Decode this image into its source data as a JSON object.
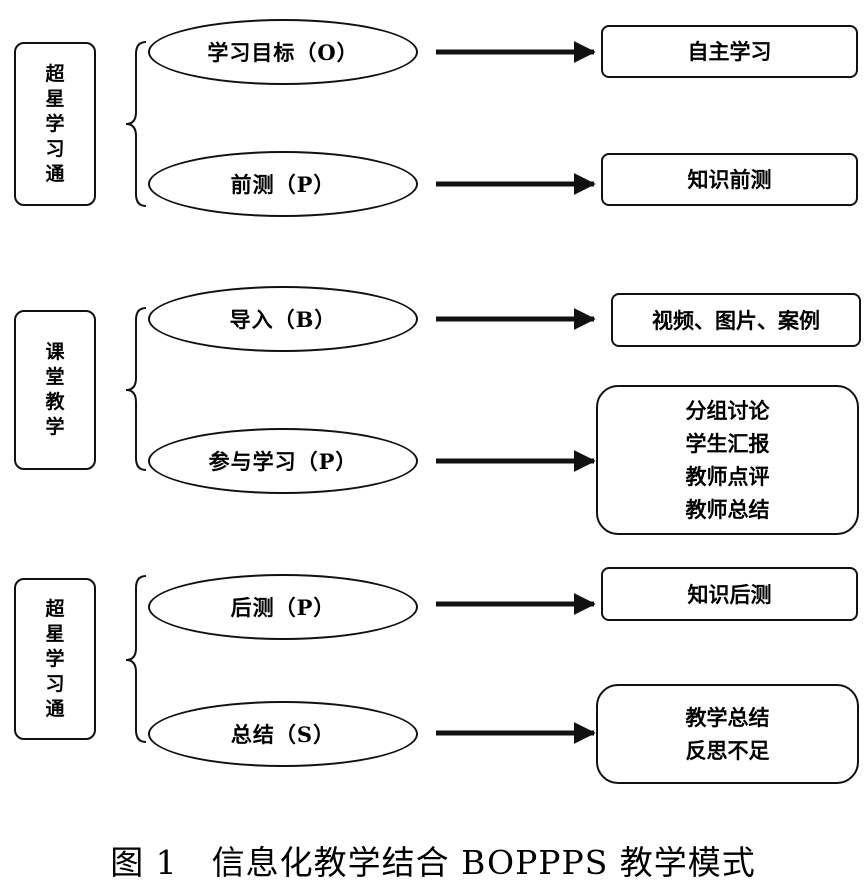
{
  "groups": [
    {
      "label": "超星学习通",
      "stages": [
        {
          "ellipse": "学习目标（O）",
          "outcome": [
            "自主学习"
          ]
        },
        {
          "ellipse": "前测（P）",
          "outcome": [
            "知识前测"
          ]
        }
      ]
    },
    {
      "label": "课堂教学",
      "stages": [
        {
          "ellipse": "导入（B）",
          "outcome": [
            "视频、图片、案例"
          ]
        },
        {
          "ellipse": "参与学习（P）",
          "outcome": [
            "分组讨论",
            "学生汇报",
            "教师点评",
            "教师总结"
          ]
        }
      ]
    },
    {
      "label": "超星学习通",
      "stages": [
        {
          "ellipse": "后测（P）",
          "outcome": [
            "知识后测"
          ]
        },
        {
          "ellipse": "总结（S）",
          "outcome": [
            "教学总结",
            "反思不足"
          ]
        }
      ]
    }
  ],
  "caption": "图 1　信息化教学结合 BOPPPS 教学模式",
  "colors": {
    "stroke": "#111111",
    "background": "#ffffff"
  }
}
